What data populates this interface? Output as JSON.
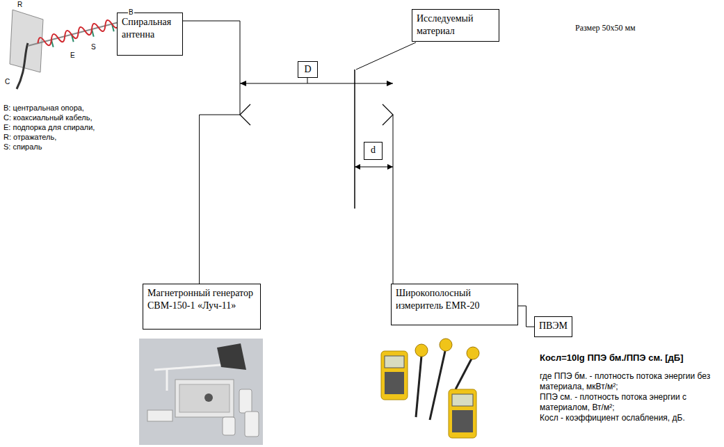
{
  "diagram": {
    "nodes": [
      {
        "text": [
          "Спиральная антенна"
        ]
      },
      {
        "text": [
          "D"
        ]
      },
      {
        "text": [
          "Исследуемый материал"
        ]
      },
      {
        "text": [
          "d"
        ]
      },
      {
        "text": [
          "Магнетронный генератор СВМ-150-1 «Луч-11»"
        ]
      },
      {
        "text": [
          "Широкополосный измеритель EMR-20"
        ]
      },
      {
        "text": [
          "ПВЭМ"
        ]
      }
    ],
    "edges": [
      {
        "from": 4,
        "to": 0,
        "arrow": "none"
      },
      {
        "from": 5,
        "to": 6,
        "arrow": "none"
      }
    ],
    "labels": [
      "R",
      "B",
      "C",
      "E",
      "S",
      "B: центральная опора,",
      "C: коаксиальный кабель,",
      "E: подпорка для спирали,",
      "R: отражатель,",
      "S: спираль",
      "Размер 50x50 мм",
      "Косл=10lg ППЭ бм./ППЭ см. [дБ]",
      "где ППЭ бм. - плотность потока энергии без материала, мкВт/м²;",
      "ППЭ см. - плотность потока энергии с материалом, Вт/м²;",
      "Косл - коэффициент ослабления, дБ."
    ]
  }
}
